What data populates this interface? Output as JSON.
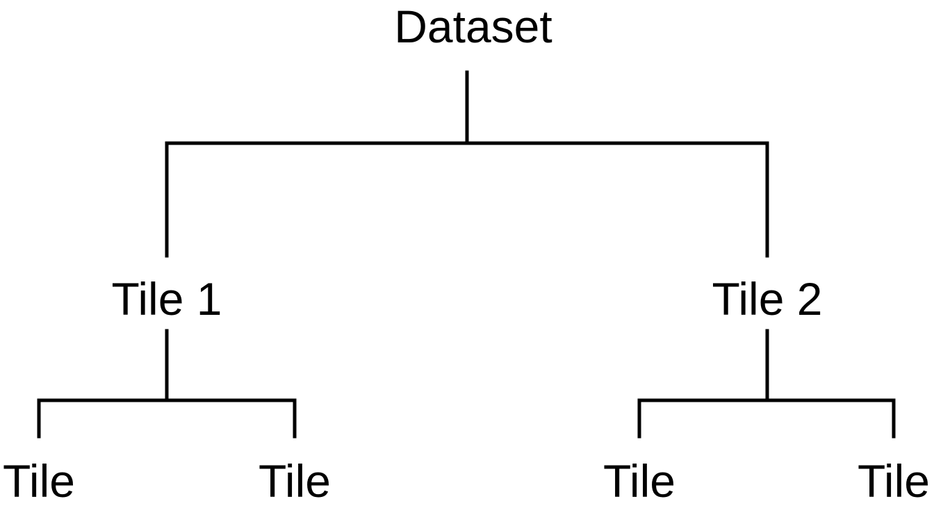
{
  "tree": {
    "root": {
      "label": "Dataset"
    },
    "children": [
      {
        "label": "Tile 1",
        "children": [
          {
            "label": "Tile"
          },
          {
            "label": "Tile"
          }
        ]
      },
      {
        "label": "Tile 2",
        "children": [
          {
            "label": "Tile"
          },
          {
            "label": "Tile"
          }
        ]
      }
    ]
  }
}
